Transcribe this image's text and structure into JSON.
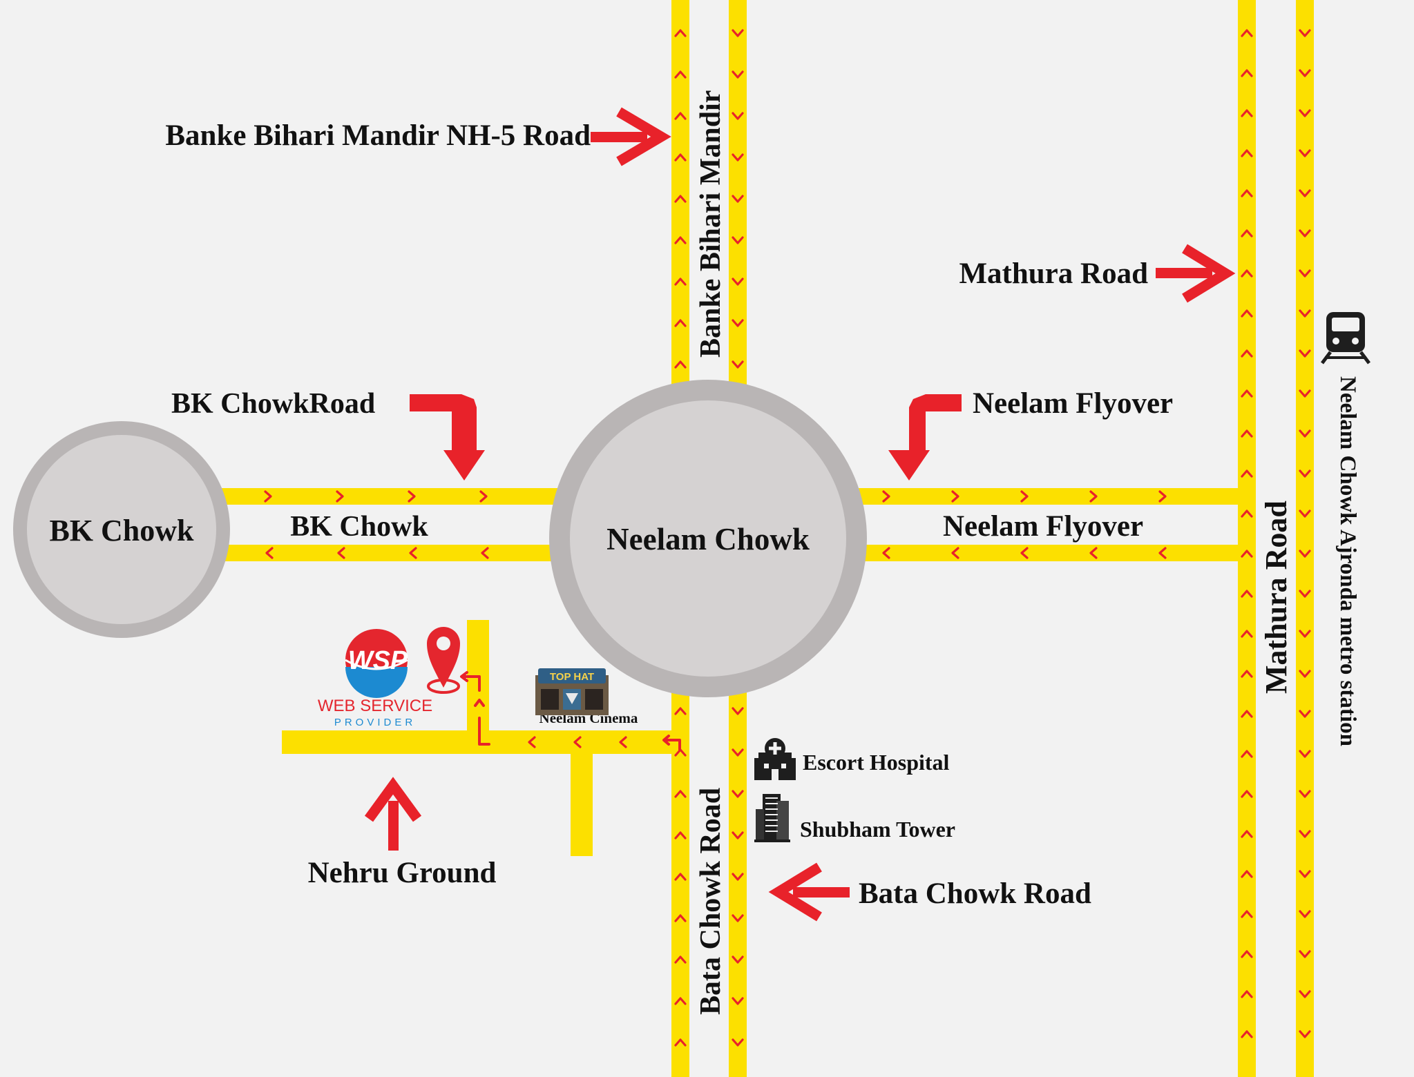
{
  "map": {
    "colors": {
      "road": "#fce000",
      "traffic_arrow": "#e8222a",
      "pointer_arrow": "#e8222a",
      "roundabout_outer": "#b9b5b5",
      "roundabout_inner": "#d5d2d2",
      "background": "#f2f2f2",
      "text": "#111111"
    },
    "roundabouts": [
      {
        "id": "bk_chowk",
        "label": "BK Chowk"
      },
      {
        "id": "neelam_chowk",
        "label": "Neelam Chowk"
      }
    ],
    "labels": {
      "banke_nh5": "Banke Bihari Mandir NH-5 Road",
      "banke_vertical": "Banke Bihari Mandir",
      "mathura_pointer": "Mathura Road",
      "mathura_vertical": "Mathura Road",
      "metro_station": "Neelam Chowk Ajronda metro station",
      "bk_chowk_road": "BK ChowkRoad",
      "bk_chowk_between": "BK Chowk",
      "neelam_flyover_pointer": "Neelam Flyover",
      "neelam_flyover_between": "Neelam Flyover",
      "bata_vertical": "Bata Chowk Road",
      "bata_pointer": "Bata Chowk Road",
      "nehru_ground": "Nehru Ground",
      "neelam_cinema": "Neelam Cinema",
      "escort_hospital": "Escort Hospital",
      "shubham_tower": "Shubham Tower"
    },
    "logo": {
      "text": "WSP",
      "line1": "WEB SERVICE",
      "line2": "PROVIDER"
    },
    "cinema_sign": "TOP HAT",
    "icons": [
      "train-icon",
      "hospital-icon",
      "tower-icon",
      "cinema-icon",
      "location-pin-icon"
    ]
  }
}
